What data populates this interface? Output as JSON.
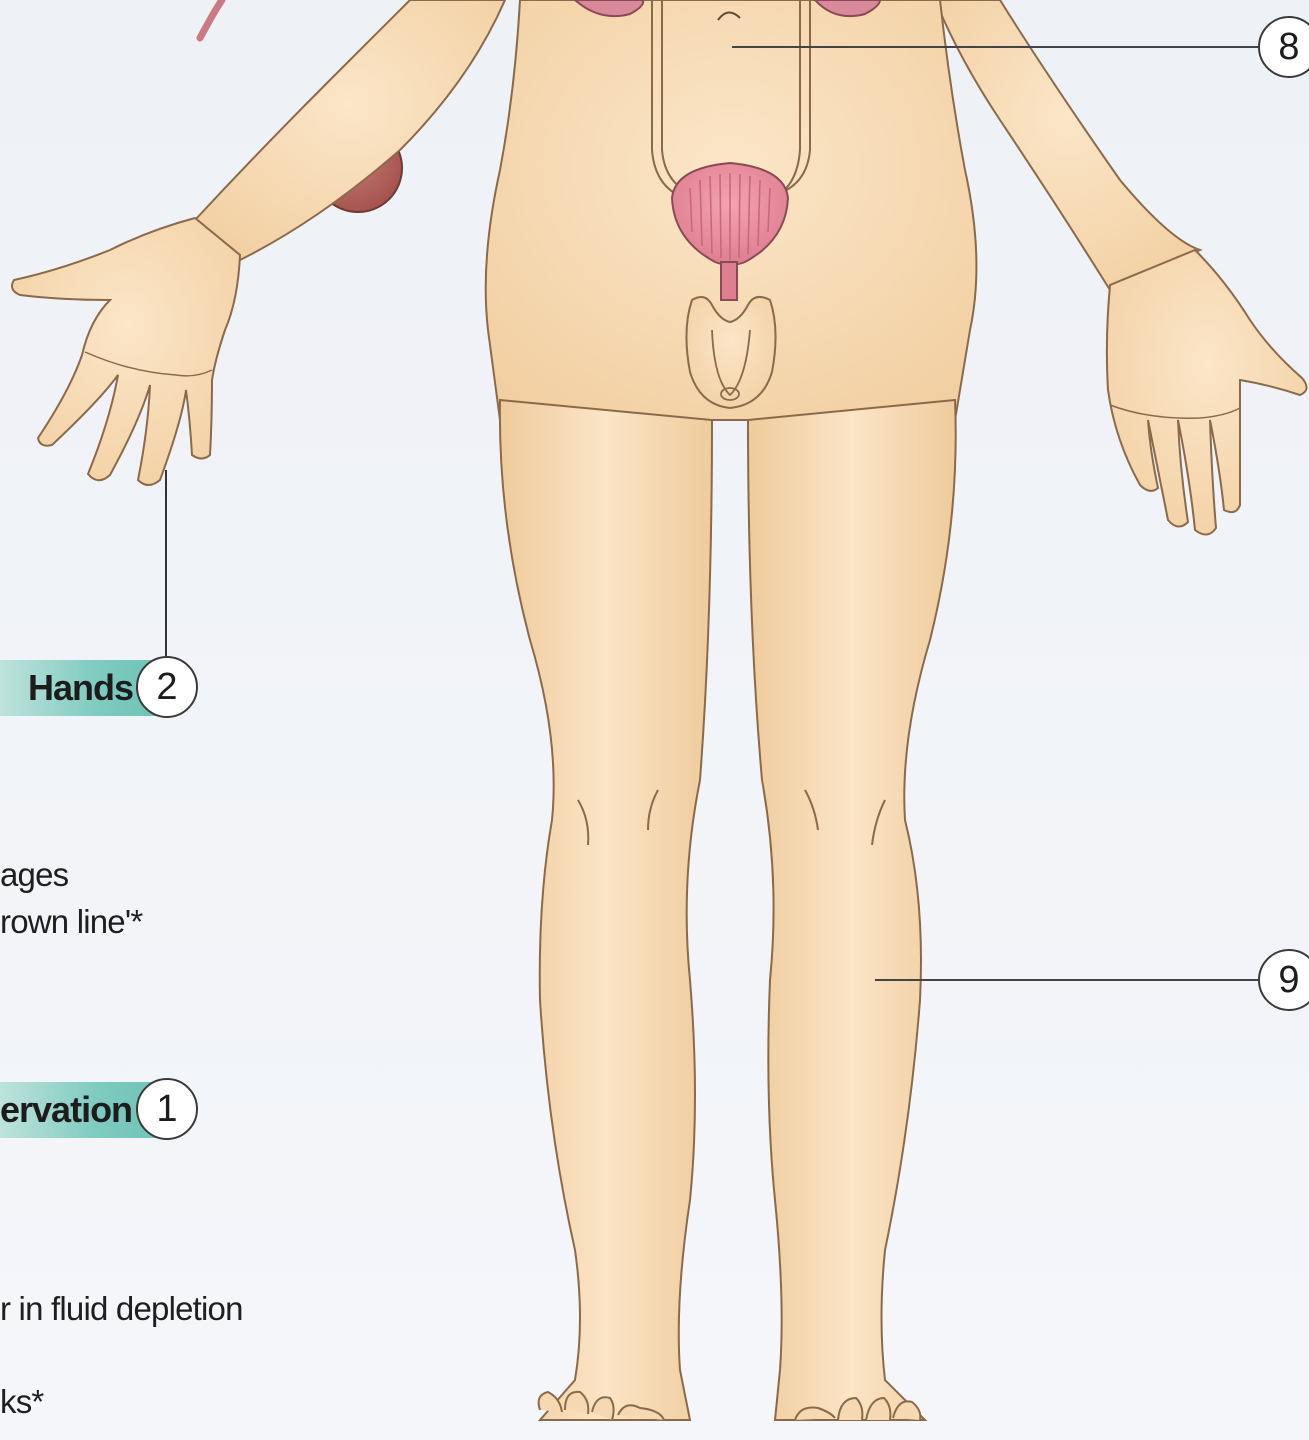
{
  "labels": {
    "hands": {
      "text": "Hands",
      "number": "2"
    },
    "observation": {
      "text": "ervation",
      "number": "1"
    },
    "callout_8": {
      "number": "8"
    },
    "callout_9": {
      "number": "9"
    }
  },
  "side_text": {
    "line1": "ages",
    "line2": "rown line'*",
    "line3": "r in fluid depletion",
    "line4": "ks*"
  },
  "colors": {
    "skin": "#f6d9b2",
    "skin_outline": "#8a6a4a",
    "organ": "#e38a9a",
    "bulb": "#b5605c",
    "label_teal": "#74c6ba",
    "background": "#eef2f7"
  }
}
